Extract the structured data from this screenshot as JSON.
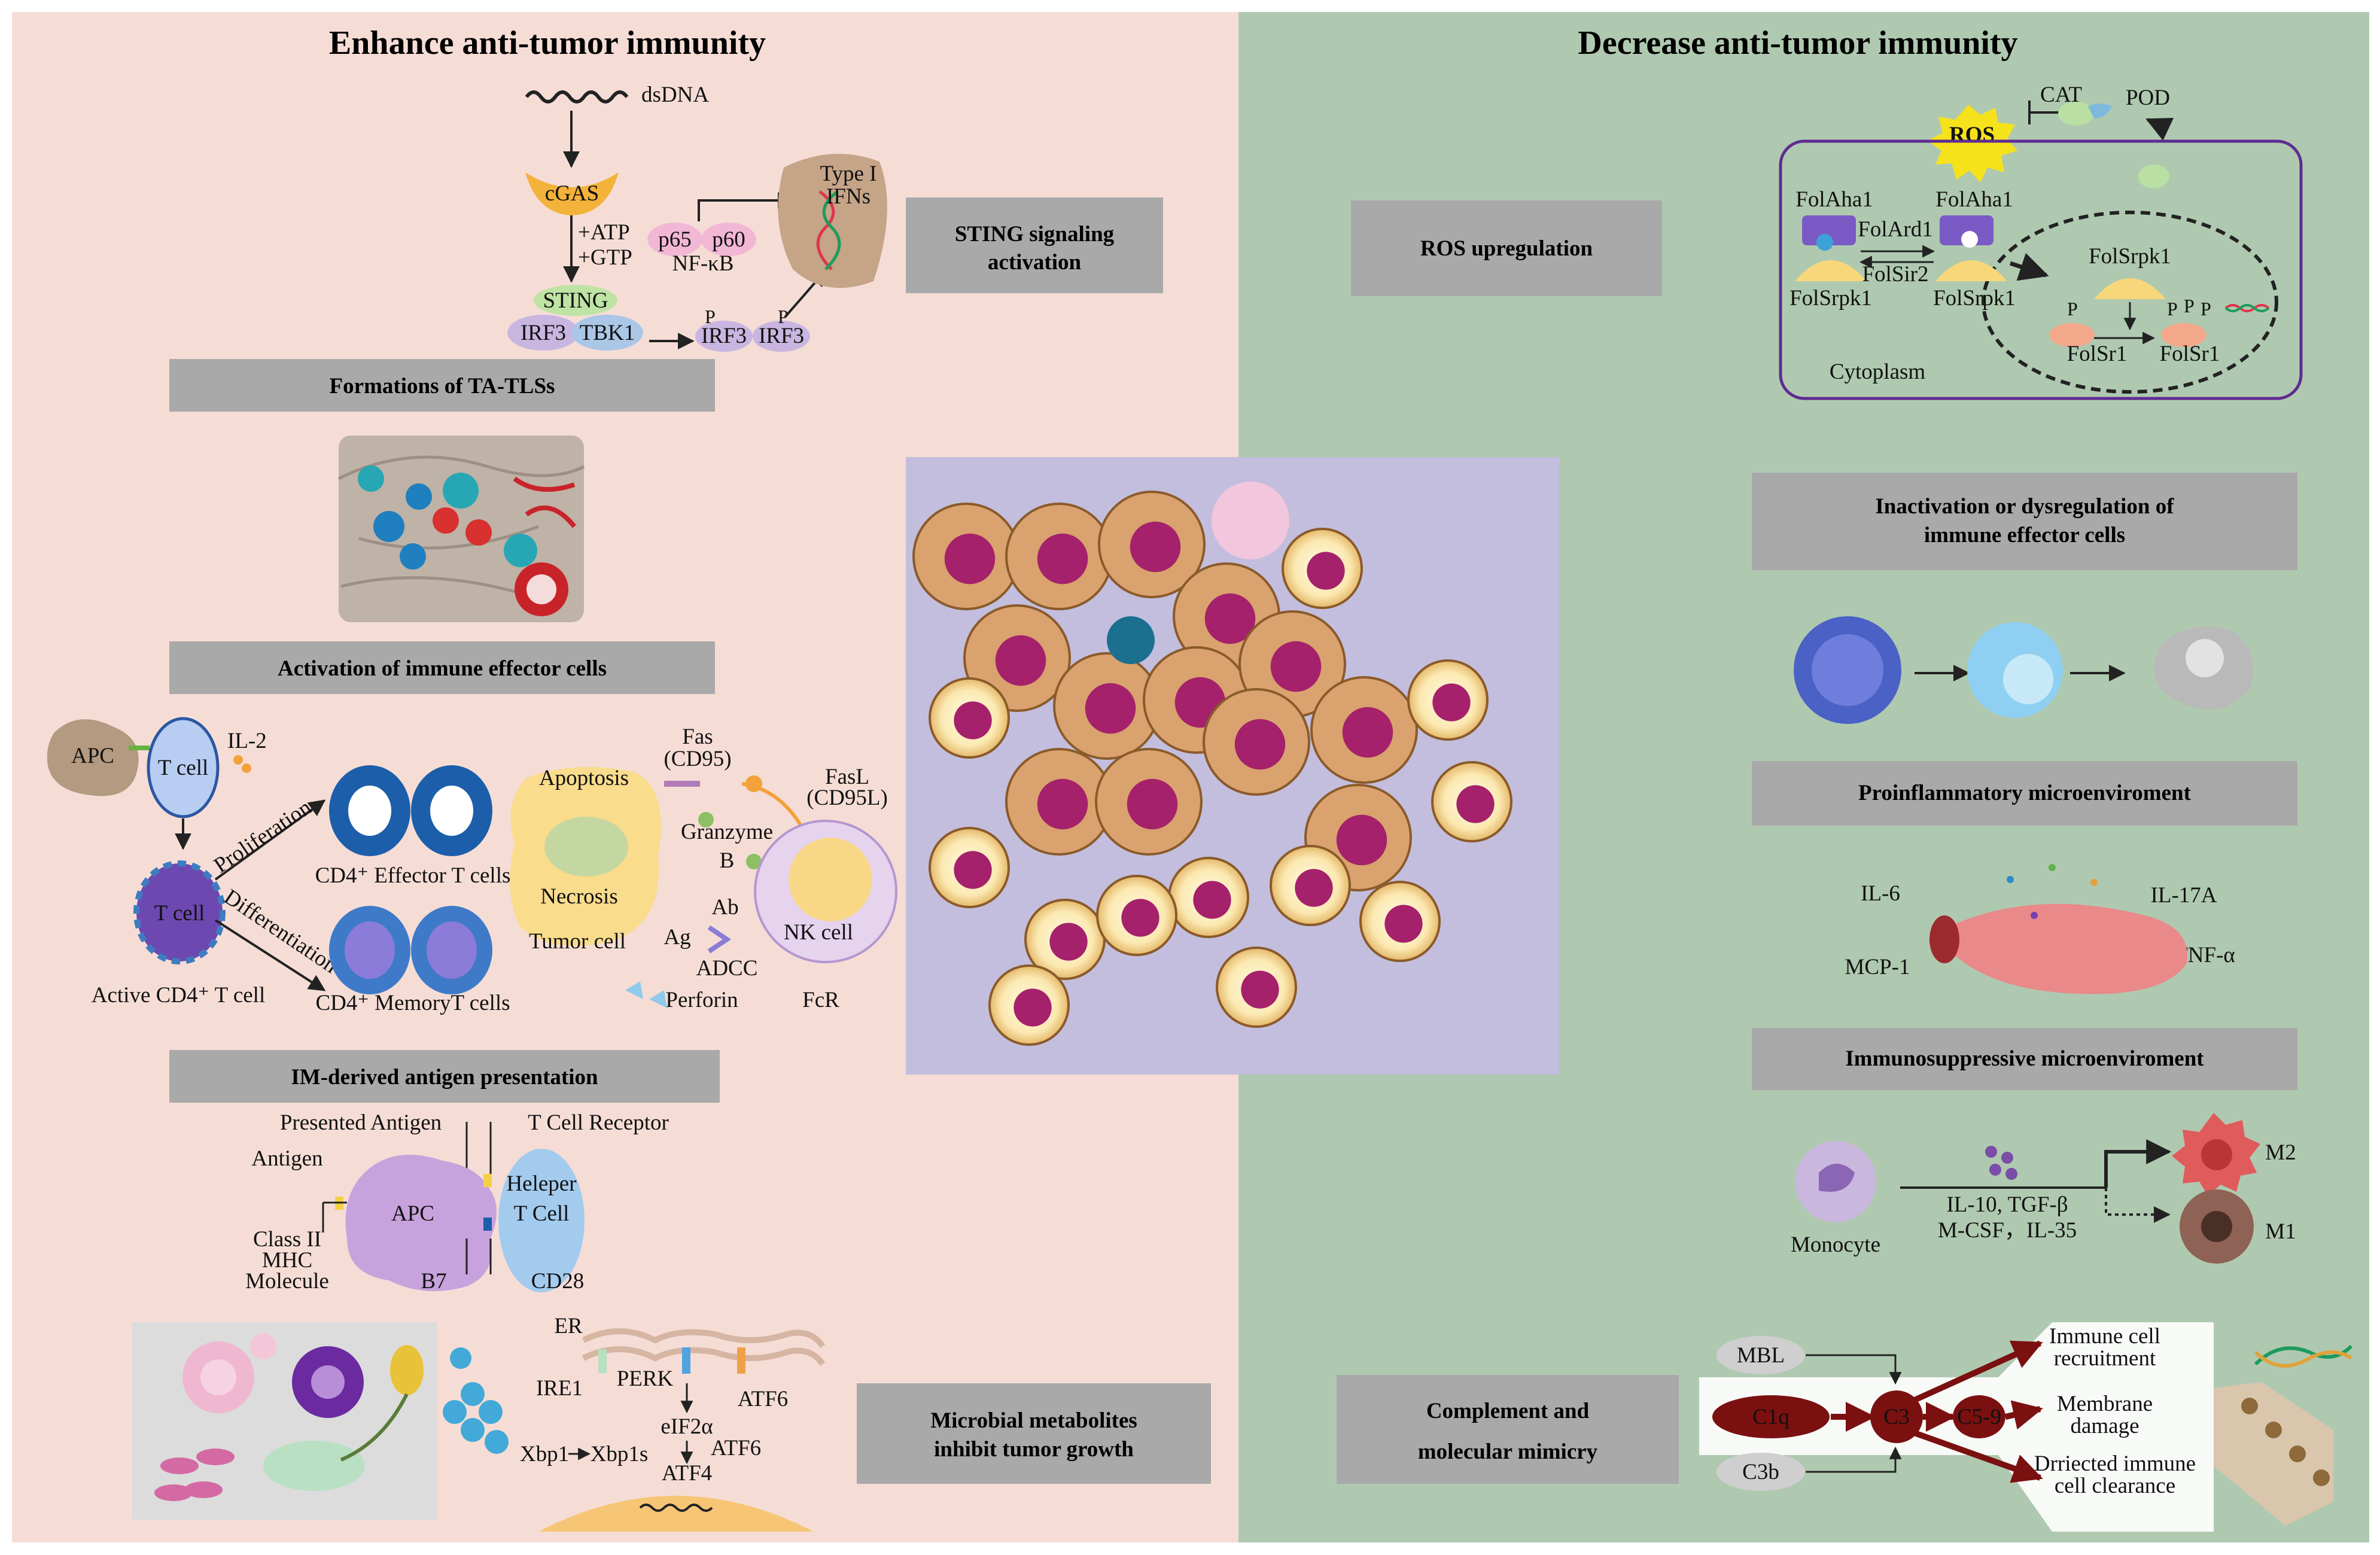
{
  "left_title": "Enhance anti-tumor immunity",
  "right_title": "Decrease anti-tumor immunity",
  "boxes": {
    "sting": [
      "STING signaling",
      "activation"
    ],
    "ta_tls": "Formations of TA-TLSs",
    "activation": "Activation of immune effector cells",
    "antigen": "IM-derived antigen presentation",
    "microbial": [
      "Microbial metabolites",
      "inhibit tumor growth"
    ],
    "ros": "ROS upregulation",
    "inactivation": [
      "Inactivation or dysregulation of",
      "immune effector cells"
    ],
    "proinflammatory": "Proinflammatory microenviroment",
    "immunosuppressive": "Immunosuppressive microenviroment",
    "complement": [
      "Complement and",
      "molecular mimicry"
    ]
  },
  "sting_panel": {
    "dsdna": "dsDNA",
    "cgas": "cGAS",
    "atp": "+ATP",
    "gtp": "+GTP",
    "sting": "STING",
    "irf3": "IRF3",
    "tbk1": "TBK1",
    "p65": "p65",
    "p60": "p60",
    "nfkb": "NF-κB",
    "irf3_p1": "IRF3",
    "irf3_p2": "IRF3",
    "p_mark": "P",
    "type1": "Type I",
    "ifns": "IFNs"
  },
  "activation_panel": {
    "apc": "APC",
    "t_cell": "T cell",
    "il2": "IL-2",
    "t_cell_active": "T cell",
    "active_cd4": "Active CD4⁺ T cell",
    "proliferation": "Proliferation",
    "differentiation": "Differentiation",
    "cd4_effector": "CD4⁺ Effector T cells",
    "cd4_memory": "CD4⁺ MemoryT cells",
    "fas": "Fas",
    "cd95": "(CD95)",
    "fasl": "FasL",
    "cd95l": "(CD95L)",
    "apoptosis": "Apoptosis",
    "necrosis": "Necrosis",
    "tumor_cell": "Tumor cell",
    "granzyme": "Granzyme",
    "b": "B",
    "ab": "Ab",
    "ag": "Ag",
    "adcc": "ADCC",
    "nk_cell": "NK cell",
    "perforin": "Perforin",
    "fcr": "FcR"
  },
  "antigen_panel": {
    "presented_antigen": "Presented Antigen",
    "tcr": "T Cell Receptor",
    "antigen": "Antigen",
    "apc": "APC",
    "helper1": "Heleper",
    "helper2": "T Cell",
    "class2": "Class II",
    "mhc": "MHC",
    "molecule": "Molecule",
    "b7": "B7",
    "cd28": "CD28"
  },
  "er_panel": {
    "er": "ER",
    "ire1": "IRE1",
    "perk": "PERK",
    "atf6a": "ATF6",
    "xbp1": "Xbp1",
    "xbp1s": "Xbp1s",
    "eif2a": "eIF2α",
    "atf6b": "ATF6",
    "atf4": "ATF4"
  },
  "ros_panel": {
    "ros": "ROS",
    "cat": "CAT",
    "pod": "POD",
    "folaha1_a": "FolAha1",
    "folaha1_b": "FolAha1",
    "folard1": "FolArd1",
    "folsir2": "FolSir2",
    "folsrpk1_a": "FolSrpk1",
    "folsrpk1_b": "FolSrpk1",
    "folsrpk1_c": "FolSrpk1",
    "folsr1_a": "FolSr1",
    "folsr1_b": "FolSr1",
    "cytoplasm": "Cytoplasm",
    "p_mark": "P"
  },
  "cytokines": {
    "il6": "IL-6",
    "il17a": "IL-17A",
    "mcp1": "MCP-1",
    "tnfa": "TNF-α"
  },
  "macrophage_panel": {
    "monocyte": "Monocyte",
    "factors1": "IL-10, TGF-β",
    "factors2": "M-CSF，IL-35",
    "m2": "M2",
    "m1": "M1"
  },
  "complement_panel": {
    "mbl": "MBL",
    "c1q": "C1q",
    "c3": "C3",
    "c59": "C5-9",
    "c3b": "C3b",
    "out1a": "Immune cell",
    "out1b": "recruitment",
    "out2a": "Membrane",
    "out2b": "damage",
    "out3a": "Drriected immune",
    "out3b": "cell clearance"
  },
  "colors": {
    "left_bg": "#f5ddd6",
    "right_bg": "#afc9b0",
    "box_gray": "#a9a9a9",
    "center_bg": "#c3bedd",
    "tumor_orange": "#d9a26e",
    "nucleus_magenta": "#a5216b",
    "complement_red": "#7b1010",
    "ros_yellow": "#f6e21b",
    "membrane_purple": "#5e2c91"
  }
}
